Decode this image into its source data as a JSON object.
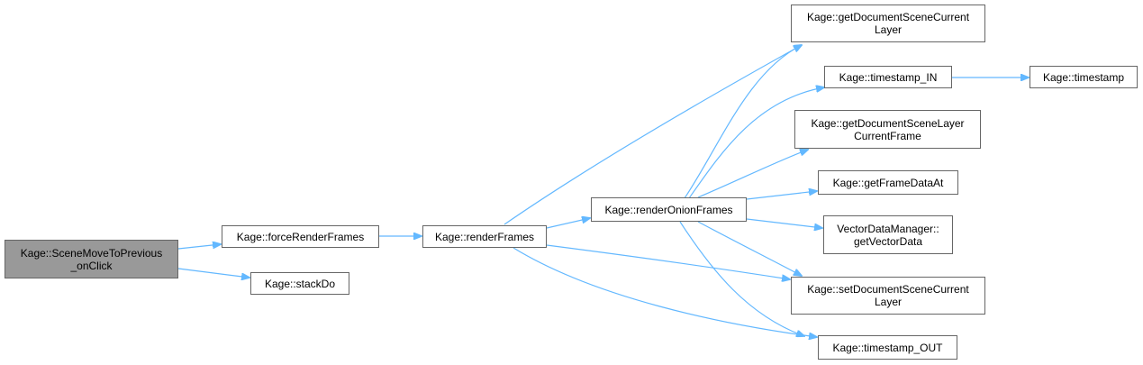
{
  "nodes": {
    "root": "Kage::SceneMoveToPrevious\n_onClick",
    "forceRenderFrames": "Kage::forceRenderFrames",
    "stackDo": "Kage::stackDo",
    "renderFrames": "Kage::renderFrames",
    "renderOnionFrames": "Kage::renderOnionFrames",
    "getDocumentSceneCurrentLayer": "Kage::getDocumentSceneCurrent\nLayer",
    "timestamp_IN": "Kage::timestamp_IN",
    "timestamp": "Kage::timestamp",
    "getDocumentSceneLayerCurrentFrame": "Kage::getDocumentSceneLayer\nCurrentFrame",
    "getFrameDataAt": "Kage::getFrameDataAt",
    "getVectorData": "VectorDataManager::\ngetVectorData",
    "setDocumentSceneCurrentLayer": "Kage::setDocumentSceneCurrent\nLayer",
    "timestamp_OUT": "Kage::timestamp_OUT"
  },
  "colors": {
    "edge": "#63b8ff",
    "root_fill": "#999999",
    "node_border": "#666666"
  }
}
